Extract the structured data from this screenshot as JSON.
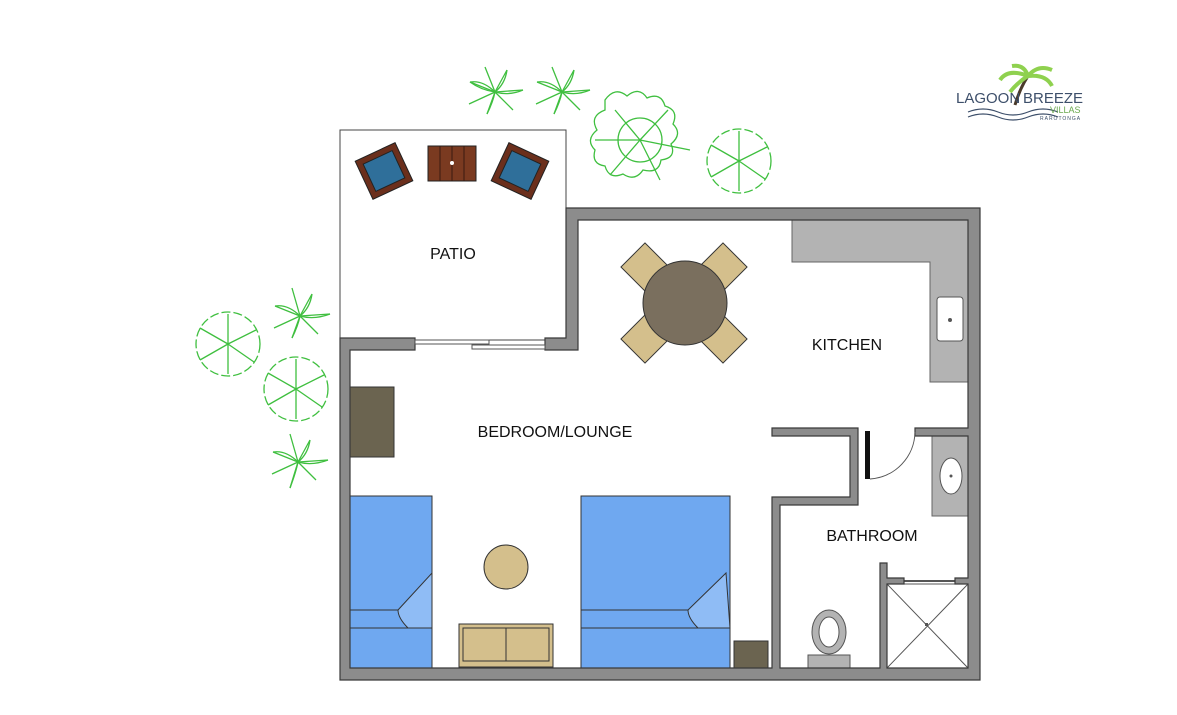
{
  "rooms": {
    "patio": "PATIO",
    "kitchen": "KITCHEN",
    "bedroom_lounge": "BEDROOM/LOUNGE",
    "bathroom": "BATHROOM"
  },
  "logo": {
    "word1": "LAGOON",
    "word2": "BREEZE",
    "sub": "VILLAS",
    "place": "RAROTONGA"
  },
  "colors": {
    "wall": "#8c8c8c",
    "bed": "#6fa8f0",
    "furniture_tan": "#d4bf8c",
    "table": "#7a6f5e",
    "counter": "#b3b3b3",
    "plants": "#3fbf3f",
    "chair_seat": "#2f6f9a",
    "wood": "#7a3a20"
  }
}
